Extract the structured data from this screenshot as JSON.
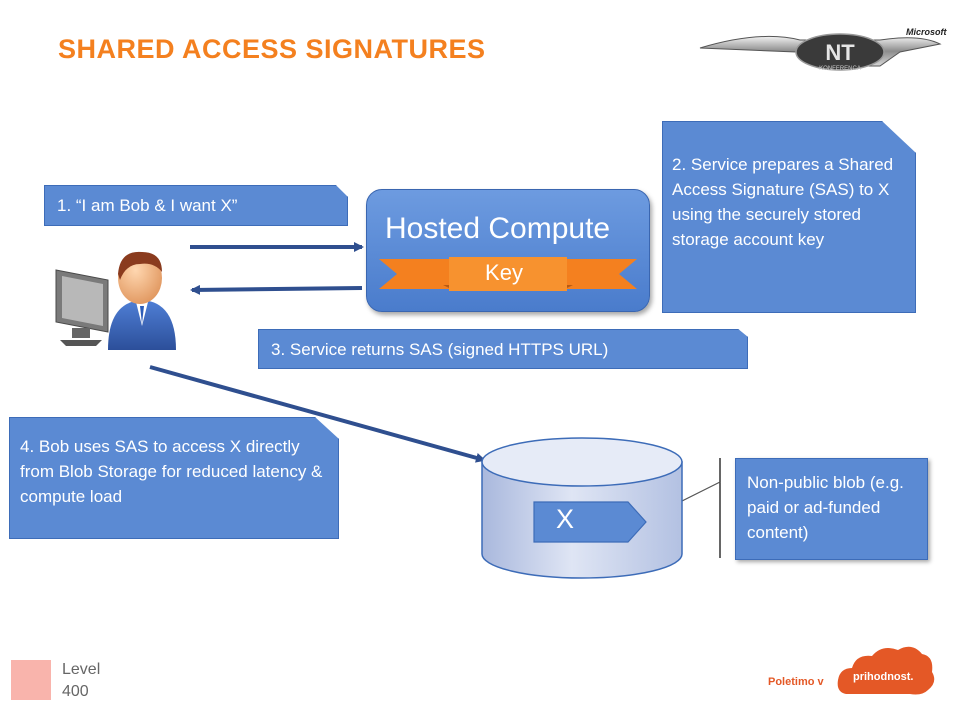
{
  "title": "SHARED ACCESS SIGNATURES",
  "steps": {
    "step1": "1. “I am Bob & I want X”",
    "step2": "2. Service prepares a Shared Access Signature (SAS) to X using the securely stored storage account key",
    "step3": "3. Service returns SAS (signed HTTPS URL)",
    "step4": "4. Bob uses SAS to access X directly from Blob Storage for reduced latency & compute load"
  },
  "compute": {
    "title": "Hosted Compute",
    "key_label": "Key"
  },
  "storage": {
    "item_label": "X",
    "note": "Non-public blob (e.g. paid or ad-funded content)"
  },
  "footer": {
    "level_label": "Level",
    "level_value": "400",
    "slogan_prefix": "Poletimo v",
    "slogan_highlight": "prihodnost."
  },
  "logo": {
    "brand_text": "NT",
    "sub_text": "KONFERENCA",
    "vendor_text": "Microsoft"
  },
  "colors": {
    "title": "#f4801f",
    "callout": "#5b8ad3",
    "banner": "#f4801f",
    "arrow": "#2f4f8f",
    "level_box": "#f9b4ac"
  }
}
